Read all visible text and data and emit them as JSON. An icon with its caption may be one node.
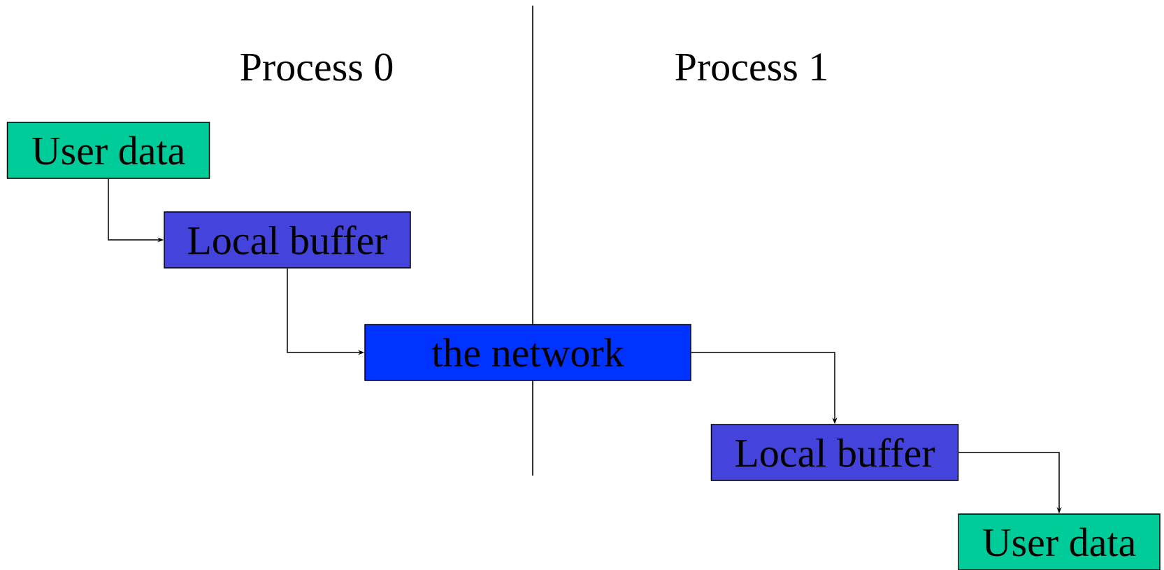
{
  "diagram": {
    "nodes": [
      {
        "text": [
          "User data"
        ]
      },
      {
        "text": [
          "Local buffer"
        ]
      },
      {
        "text": [
          "the network"
        ]
      },
      {
        "text": [
          "Local buffer"
        ]
      },
      {
        "text": [
          "User data"
        ]
      }
    ],
    "edges": [
      {
        "from": 0,
        "to": 1,
        "arrow": "to"
      },
      {
        "from": 1,
        "to": 2,
        "arrow": "to"
      },
      {
        "from": 2,
        "to": 3,
        "arrow": "to"
      },
      {
        "from": 3,
        "to": 4,
        "arrow": "to"
      }
    ],
    "labels": [
      "Process 0",
      "Process 1"
    ]
  }
}
